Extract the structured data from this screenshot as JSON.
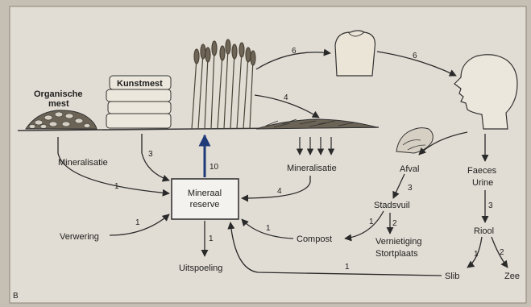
{
  "figure": {
    "panel_letter": "B",
    "colors": {
      "paper": "#e2ddd4",
      "ink": "#2a2a2a",
      "box": "#f4f2ee",
      "arrow_up": "#1e3a78"
    }
  },
  "labels": {
    "organic_manure": [
      "Organische",
      "mest"
    ],
    "fertilizer": "Kunstmest",
    "mineralization_left": "Mineralisatie",
    "mineralization_right": "Mineralisatie",
    "mineral_reserve": [
      "Mineraal",
      "reserve"
    ],
    "weathering": "Verwering",
    "leaching": "Uitspoeling",
    "compost": "Compost",
    "waste": "Afval",
    "city_waste": "Stadsvuil",
    "destruction": "Vernietiging",
    "landfill": "Stortplaats",
    "faeces": "Faeces",
    "urine": "Urine",
    "sewer": "Riool",
    "sludge": "Slib",
    "sea": "Zee"
  },
  "flow_numbers": {
    "crop_to_bread": "6",
    "bread_to_human": "6",
    "crop_to_residue": "4",
    "manure_to_reserve": "1",
    "fertilizer_to_reserve": "3",
    "residue_to_reserve": "4",
    "reserve_to_crop": "10",
    "weathering_to_reserve": "1",
    "leaching": "1",
    "compost_to_reserve": "1",
    "waste_to_citywaste": "3",
    "citywaste_to_compost": "1",
    "citywaste_to_destruction": "2",
    "urine_to_sewer": "3",
    "sewer_to_sludge": "1",
    "sewer_to_sea": "2",
    "sludge_to_reserve": "1"
  },
  "icons": [
    "organic-manure-icon",
    "fertilizer-bags-icon",
    "wheat-crop-icon",
    "bread-icon",
    "human-head-icon",
    "crop-residue-icon",
    "food-waste-icon"
  ]
}
